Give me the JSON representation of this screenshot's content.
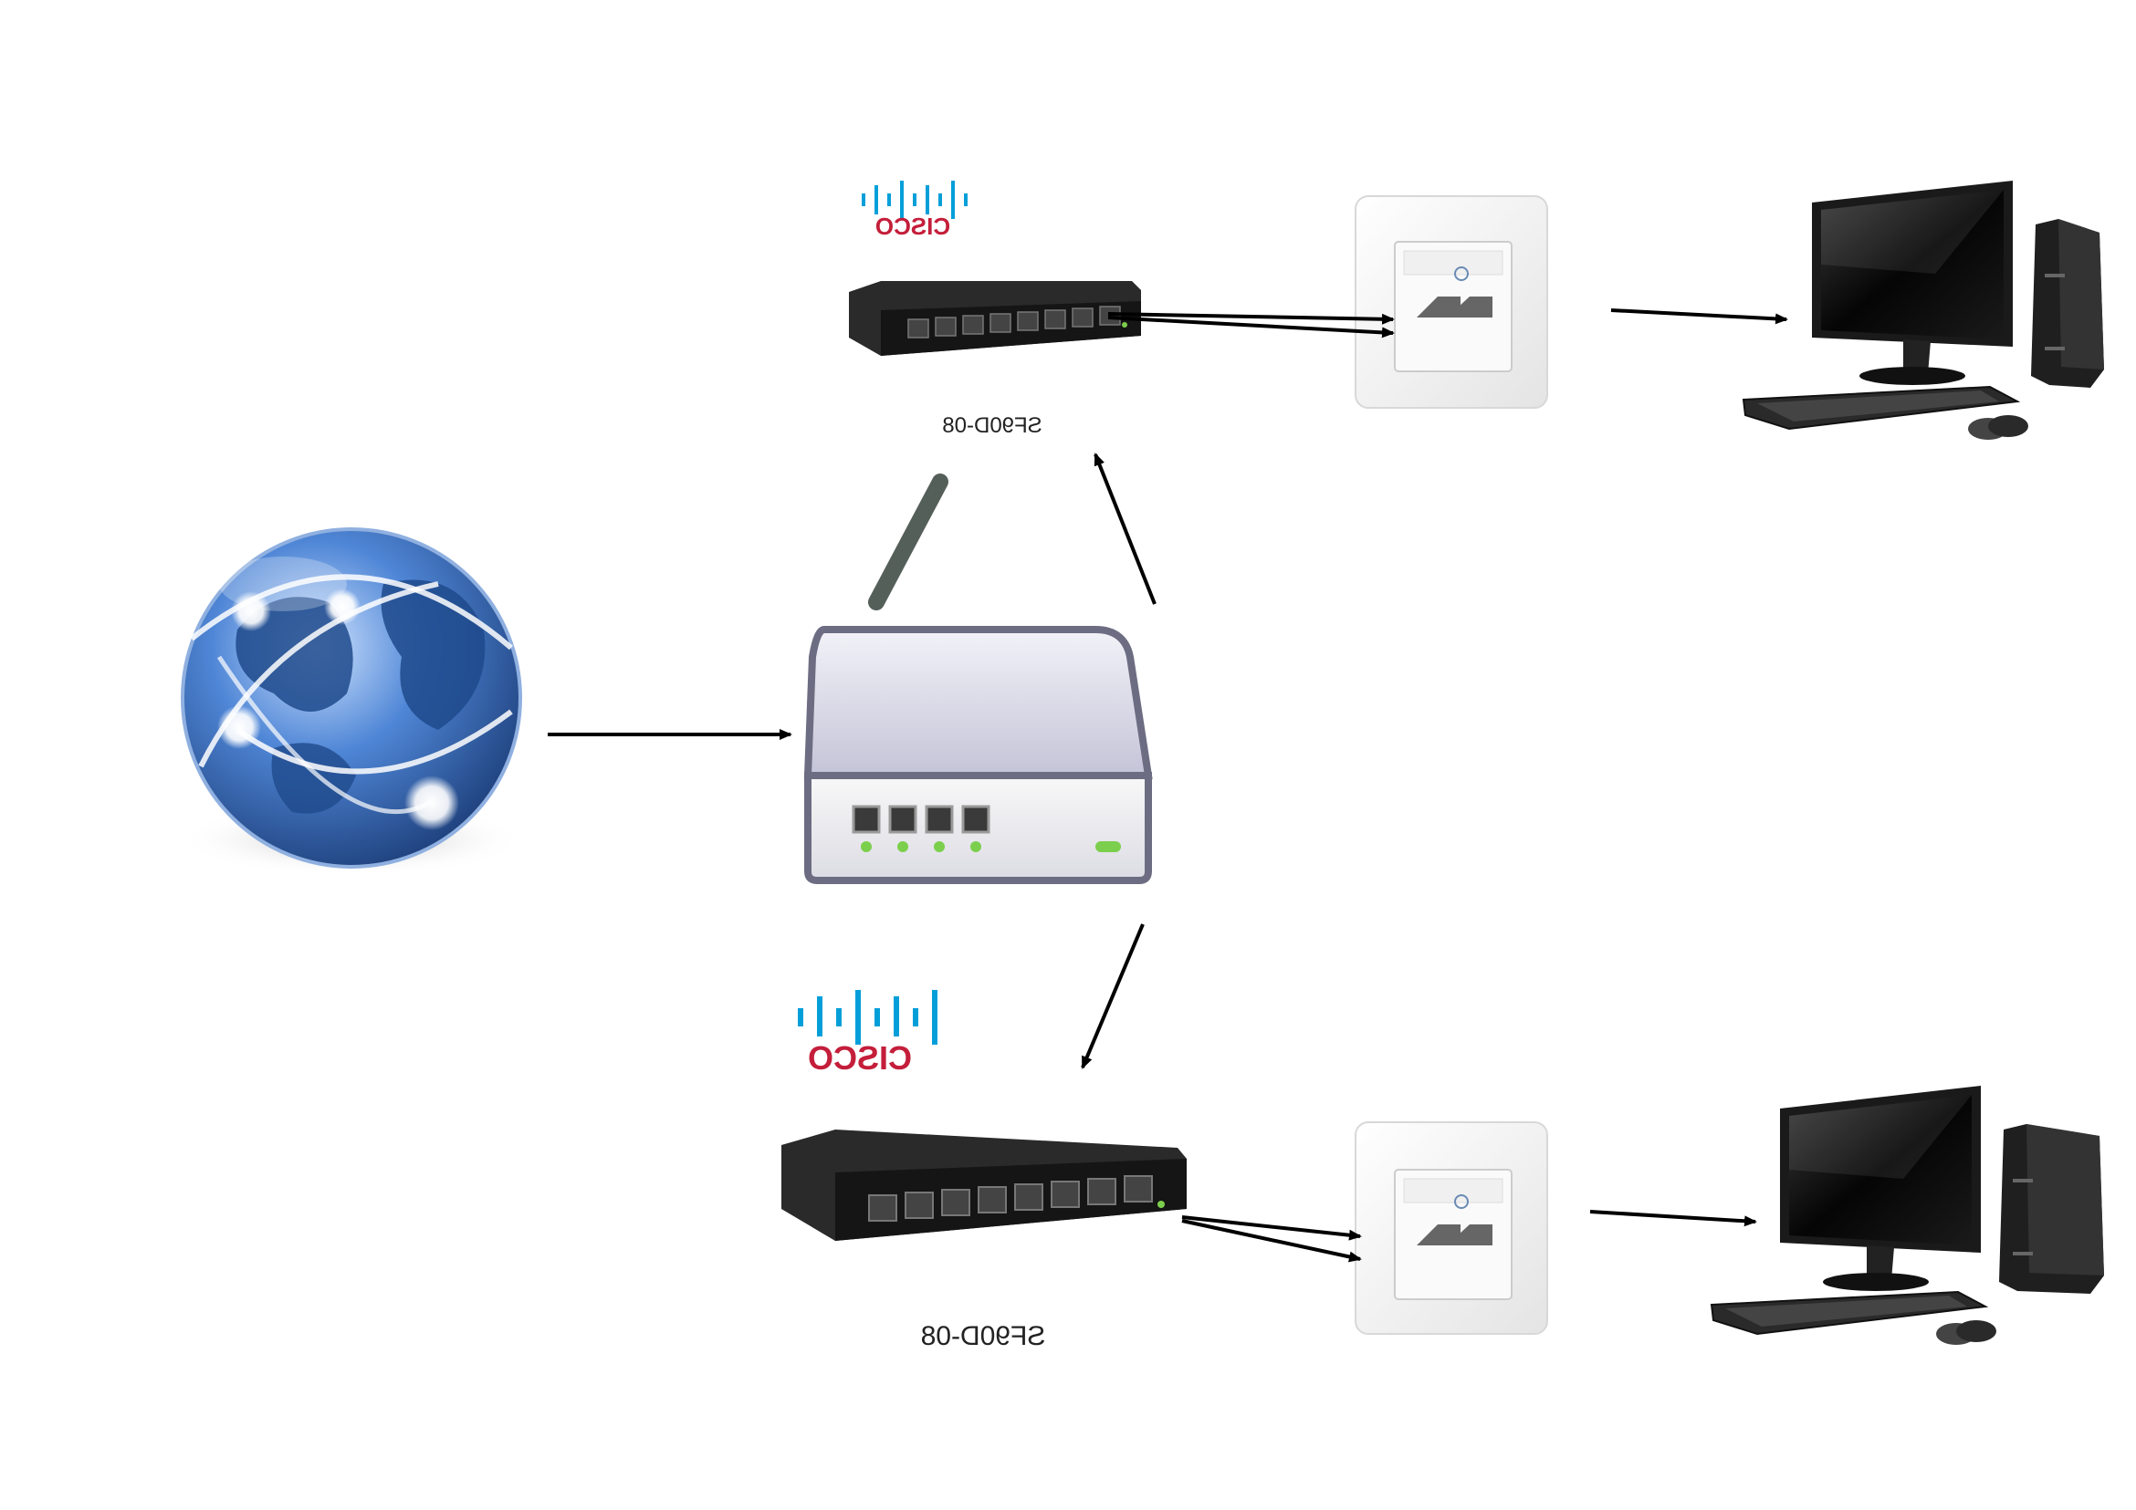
{
  "diagram": {
    "switch_top": {
      "brand": "CISCO",
      "model_label": "SF90D-08"
    },
    "switch_bottom": {
      "brand": "CISCO",
      "model_label": "SF90D-08"
    },
    "colors": {
      "arrow": "#000000",
      "cisco_blue": "#049fd9",
      "cisco_red": "#c41e3a",
      "globe_blue": "#2b5fa8",
      "router_body": "#dcdce8",
      "switch_body": "#2a2a2a"
    },
    "icons": [
      "globe-icon",
      "router-icon",
      "switch-icon",
      "wall-socket-icon",
      "desktop-computer-icon"
    ]
  }
}
